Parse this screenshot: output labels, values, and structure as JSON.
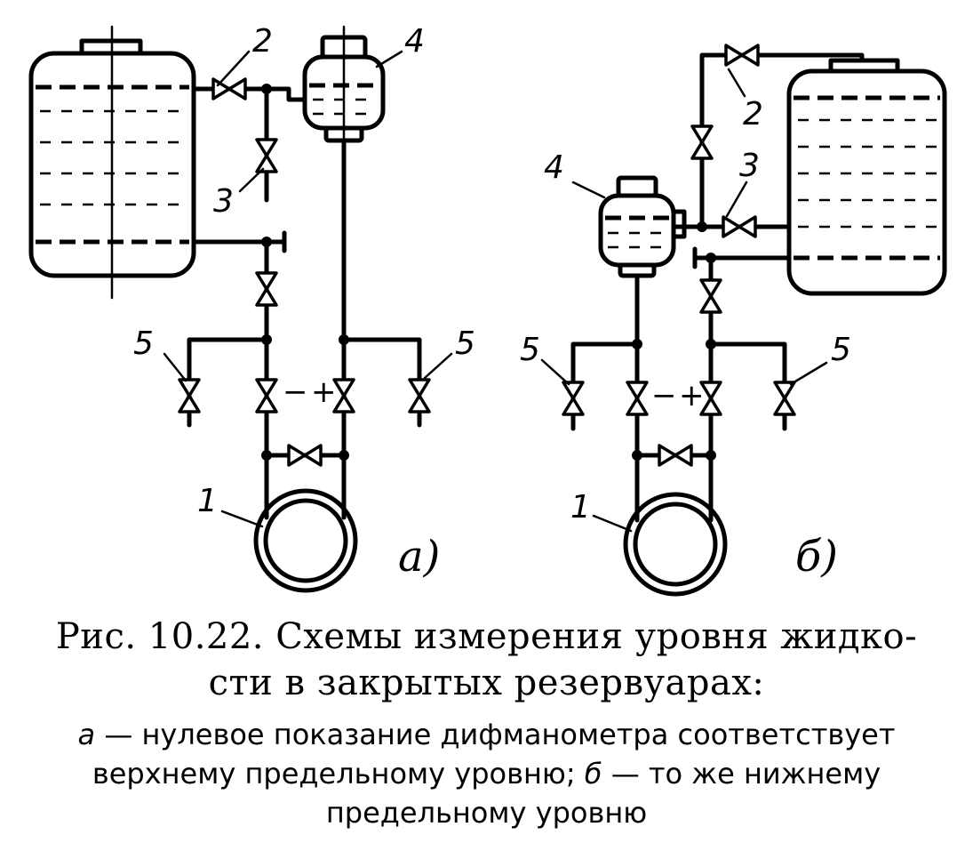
{
  "labels": {
    "a_valve_2": "2",
    "a_valve_3": "3",
    "a_chamber_4": "4",
    "a_drain_left_5": "5",
    "a_drain_right_5": "5",
    "a_manometer_1": "1",
    "a_minus": "−",
    "a_plus": "+",
    "b_valve_2": "2",
    "b_valve_3": "3",
    "b_chamber_4": "4",
    "b_drain_left_5": "5",
    "b_drain_right_5": "5",
    "b_manometer_1": "1",
    "b_minus": "−",
    "b_plus": "+"
  },
  "parts": {
    "a": "a)",
    "b": "б)"
  },
  "caption": {
    "title_line1": "Рис. 10.22. Схемы измерения уровня жидко-",
    "title_line2": "сти в закрытых резервуарах:",
    "sub_a_letter": "a",
    "sub_a_text": " — нулевое показание дифманометра соответствует",
    "sub_line2_text": "верхнему предельному уровню; ",
    "sub_b_letter": "б",
    "sub_b_text": " — то же нижнему",
    "sub_line3": "предельному уровню"
  }
}
